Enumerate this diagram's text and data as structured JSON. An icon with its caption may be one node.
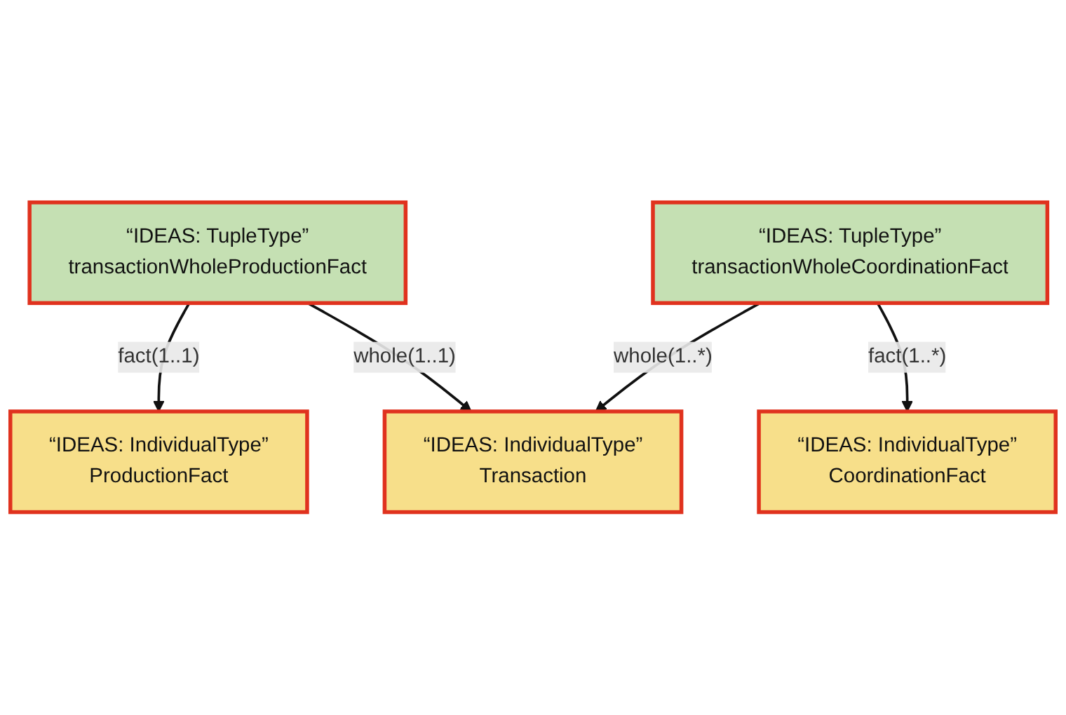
{
  "diagram": {
    "nodes": [
      {
        "text": [
          "“IDEAS: IndividualType”",
          "ProductionFact"
        ]
      },
      {
        "text": [
          "“IDEAS: TupleType”",
          "transactionWholeProductionFact"
        ]
      },
      {
        "text": [
          "“IDEAS: IndividualType”",
          "Transaction"
        ]
      },
      {
        "text": [
          "“IDEAS: TupleType”",
          "transactionWholeCoordinationFact"
        ]
      },
      {
        "text": [
          "“IDEAS: IndividualType”",
          "CoordinationFact"
        ]
      }
    ],
    "edges": [
      {
        "from": 1,
        "to": 0,
        "arrow": "to",
        "label": "fact(1..1)"
      },
      {
        "from": 1,
        "to": 2,
        "arrow": "to",
        "label": "whole(1..1)"
      },
      {
        "from": 3,
        "to": 2,
        "arrow": "to",
        "label": "whole(1..*)"
      },
      {
        "from": 3,
        "to": 4,
        "arrow": "to",
        "label": "fact(1..*)"
      }
    ]
  }
}
